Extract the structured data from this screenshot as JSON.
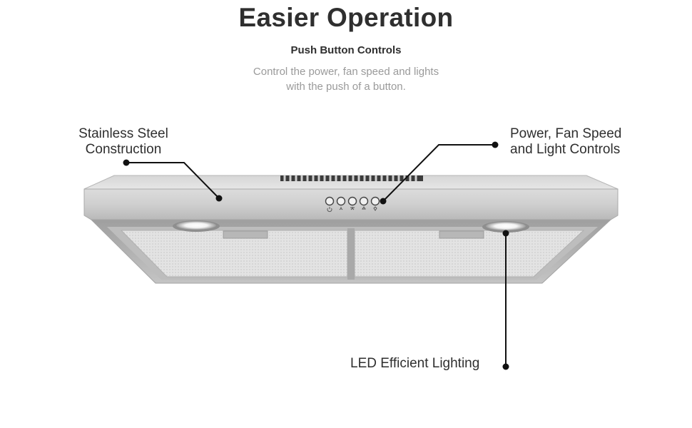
{
  "header": {
    "title": "Easier Operation",
    "subtitle": "Push Button Controls",
    "description_line1": "Control the power, fan speed and lights",
    "description_line2": "with the push of a button."
  },
  "callouts": {
    "steel": {
      "line1": "Stainless Steel",
      "line2": "Construction"
    },
    "controls": {
      "line1": "Power, Fan Speed",
      "line2": "and Light Controls"
    },
    "led": {
      "label": "LED Efficient Lighting"
    }
  },
  "control_panel": {
    "buttons": [
      "power",
      "fan-low",
      "fan-high",
      "light",
      "light-dim"
    ],
    "icons": [
      "power-icon",
      "fan-icon",
      "fan-icon",
      "light-icon",
      "bulb-icon"
    ]
  },
  "colors": {
    "heading": "#2f2f2f",
    "body_text": "#9a9a9a",
    "steel": "#c9c9c9",
    "leader_line": "#111111"
  }
}
